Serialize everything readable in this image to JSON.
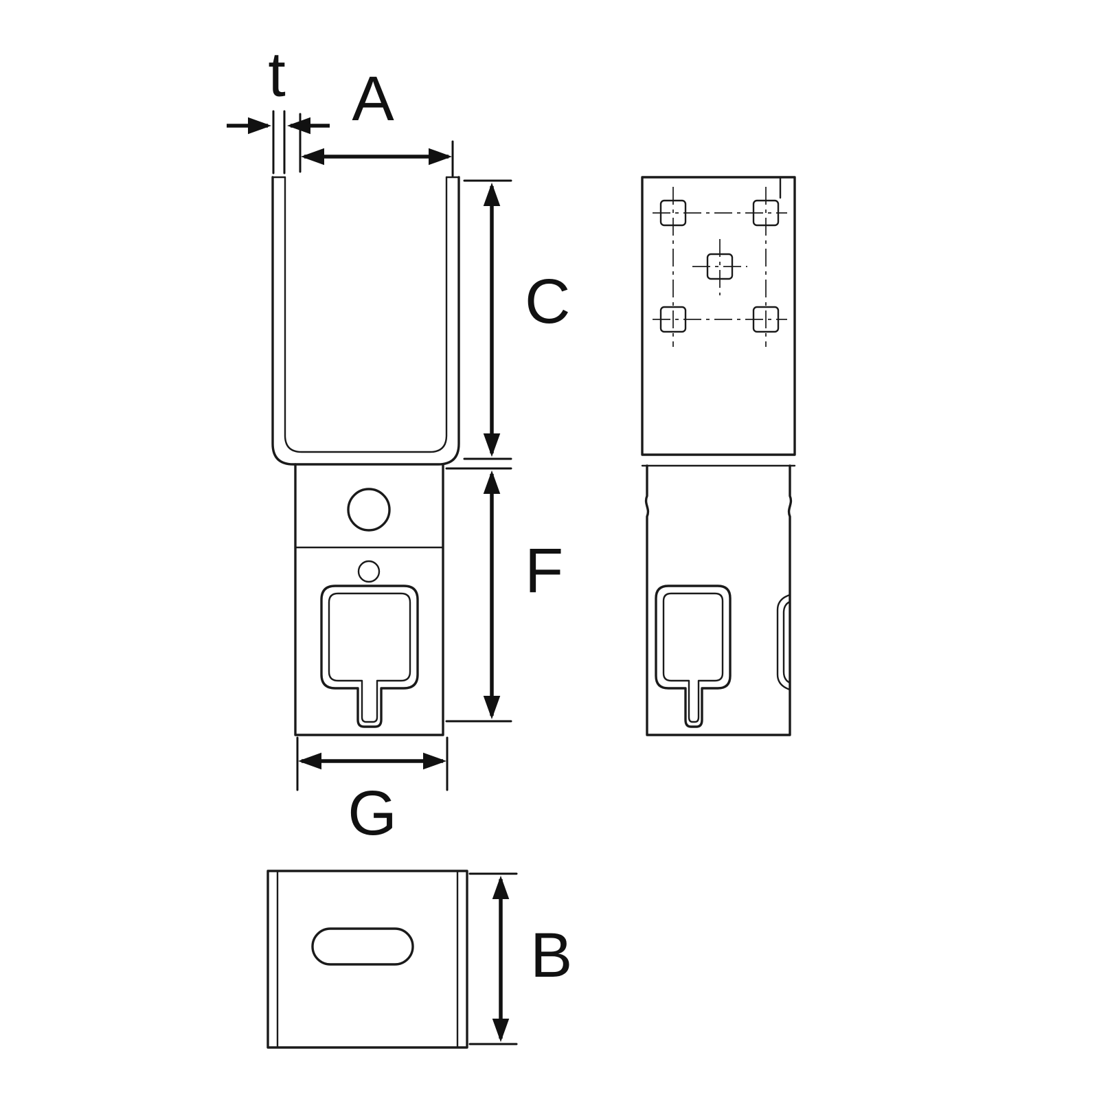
{
  "diagram": {
    "kind": "technical-drawing",
    "labels": {
      "t": "t",
      "A": "A",
      "C": "C",
      "F": "F",
      "G": "G",
      "B": "B"
    },
    "colors": {
      "line": "#1a1a1a",
      "dimension": "#111111",
      "background": "#ffffff"
    }
  }
}
